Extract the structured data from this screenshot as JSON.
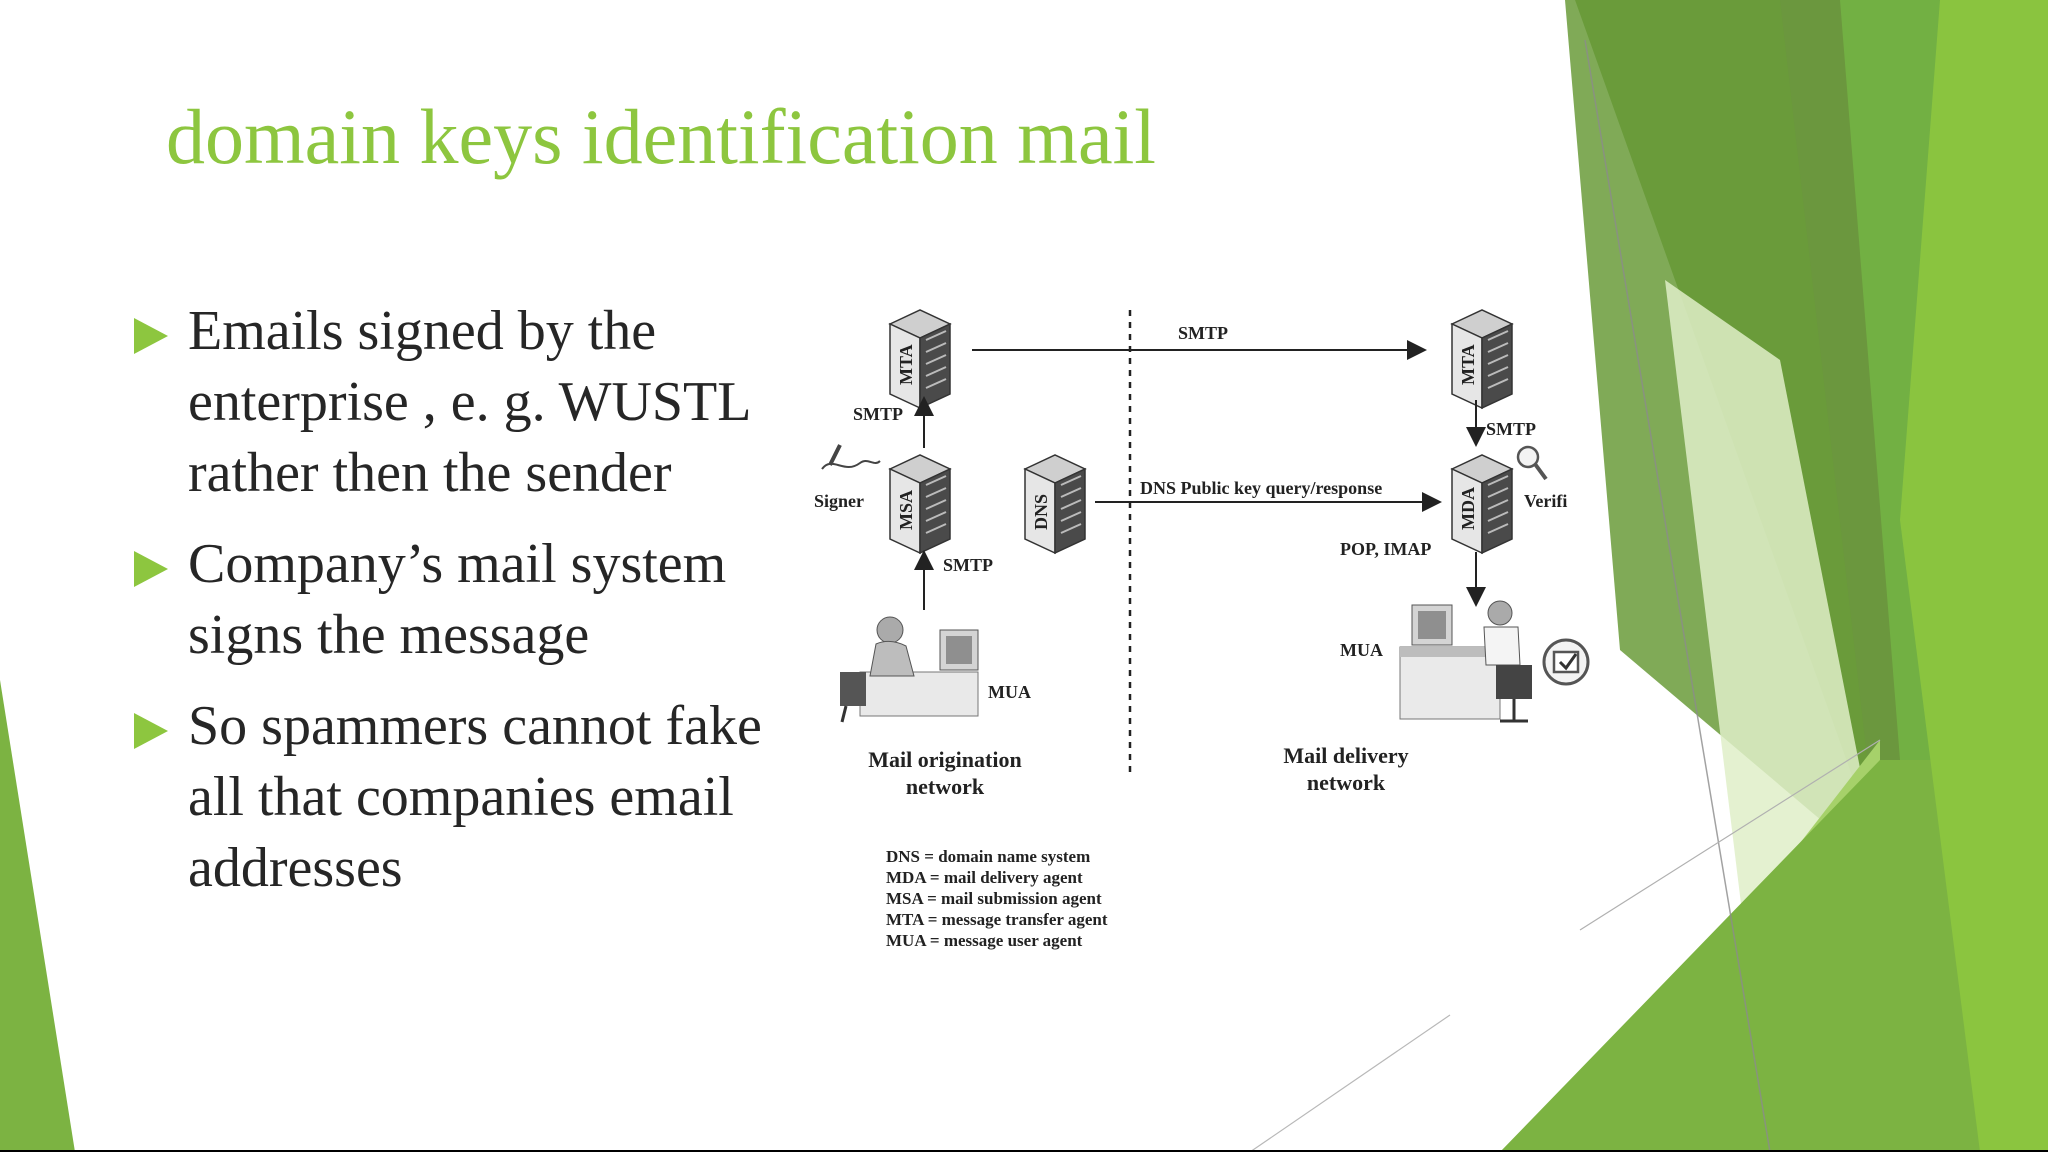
{
  "theme": {
    "accent": "#8dc63f",
    "green_dark": "#5e8e2e",
    "green_mid": "#72b043",
    "green_light": "#a6d16a",
    "green_pale": "#dfeec8",
    "text": "#262626"
  },
  "slide": {
    "title": "domain keys identification mail",
    "bullets": [
      {
        "lines": [
          "Emails signed by the",
          "enterprise ,  e. g. WUSTL",
          "rather then the sender"
        ]
      },
      {
        "lines": [
          "Company’s mail system",
          "signs the message"
        ]
      },
      {
        "lines": [
          "So spammers cannot fake",
          "all that companies email",
          "addresses"
        ]
      }
    ]
  },
  "diagram": {
    "server_labels": {
      "mta_left": "MTA",
      "msa": "MSA",
      "dns": "DNS",
      "mta_right": "MTA",
      "mda": "MDA"
    },
    "labels": {
      "smtp_top": "SMTP",
      "smtp_left_upper": "SMTP",
      "smtp_left_lower": "SMTP",
      "smtp_right": "SMTP",
      "dns_query": "DNS Public key query/response",
      "pop_imap": "POP, IMAP",
      "signer": "Signer",
      "verifier": "Verifi",
      "mua_left": "MUA",
      "mua_right": "MUA",
      "origin_network_line1": "Mail origination",
      "origin_network_line2": "network",
      "delivery_network_line1": "Mail delivery",
      "delivery_network_line2": "network"
    },
    "legend": [
      "DNS = domain name system",
      "MDA = mail delivery agent",
      "MSA = mail submission agent",
      "MTA = message transfer agent",
      "MUA = message user agent"
    ],
    "icons": [
      "server-icon",
      "signer-pen-icon",
      "magnifier-icon",
      "checkmark-icon",
      "person-at-computer-icon"
    ]
  }
}
